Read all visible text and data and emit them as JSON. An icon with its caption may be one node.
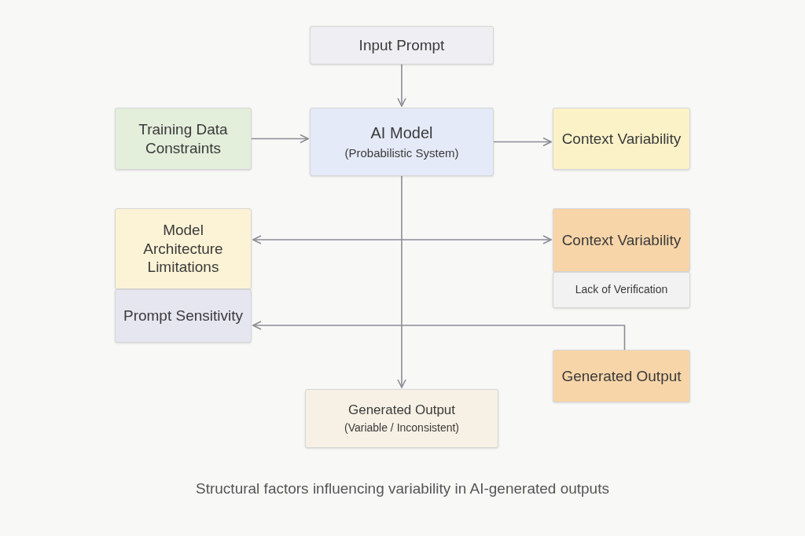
{
  "diagram": {
    "caption": "Structural factors influencing variability in AI-generated outputs",
    "nodes": [
      {
        "text": [
          "Input Prompt"
        ]
      },
      {
        "text": [
          "Training Data Constraints"
        ]
      },
      {
        "text": [
          "AI Model",
          "(Probabilistic System)"
        ]
      },
      {
        "text": [
          "Context Variability"
        ]
      },
      {
        "text": [
          "Model Architecture Limitations"
        ]
      },
      {
        "text": [
          "Prompt Sensitivity"
        ]
      },
      {
        "text": [
          "Context Variability"
        ]
      },
      {
        "text": [
          "Lack of Verification"
        ]
      },
      {
        "text": [
          "Generated Output"
        ]
      },
      {
        "text": [
          "Generated Output",
          "(Variable / Inconsistent)"
        ]
      }
    ],
    "edges": [
      {
        "from": 0,
        "to": 2,
        "arrow": "to"
      },
      {
        "from": 1,
        "to": 2,
        "arrow": "to"
      },
      {
        "from": 2,
        "to": 3,
        "arrow": "to"
      },
      {
        "from": 2,
        "to": 9,
        "arrow": "to"
      },
      {
        "from": 4,
        "to": 6,
        "arrow": "both"
      },
      {
        "from": 8,
        "to": 5,
        "arrow": "to"
      }
    ]
  }
}
